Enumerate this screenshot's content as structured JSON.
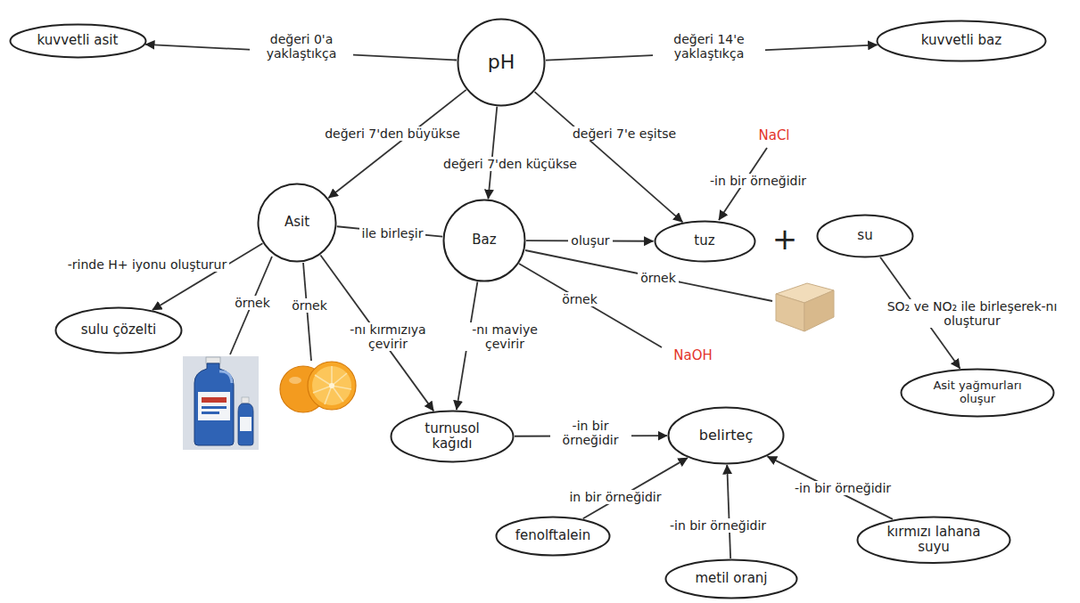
{
  "diagram": {
    "nodes": [
      {
        "text": [
          "kuvvetli asit"
        ]
      },
      {
        "text": [
          "pH"
        ]
      },
      {
        "text": [
          "kuvvetli baz"
        ]
      },
      {
        "text": [
          "Asit"
        ]
      },
      {
        "text": [
          "Baz"
        ]
      },
      {
        "text": [
          "tuz"
        ]
      },
      {
        "text": [
          "su"
        ]
      },
      {
        "text": [
          "sulu çözelti"
        ]
      },
      {
        "text": [
          "turnusol kağıdı"
        ]
      },
      {
        "text": [
          "belirteç"
        ]
      },
      {
        "text": [
          "Asit yağmurları oluşur"
        ]
      },
      {
        "text": [
          "fenolftalein"
        ]
      },
      {
        "text": [
          "metil oranj"
        ]
      },
      {
        "text": [
          "kırmızı lahana suyu"
        ]
      }
    ],
    "edges": [
      {
        "from": 1,
        "to": 0,
        "label": "değeri 0'a yaklaştıkça",
        "arrow": "to"
      },
      {
        "from": 1,
        "to": 2,
        "label": "değeri 14'e yaklaştıkça",
        "arrow": "to"
      },
      {
        "from": 1,
        "to": 3,
        "label": "değeri 7'den büyükse",
        "arrow": "to"
      },
      {
        "from": 1,
        "to": 4,
        "label": "değeri 7'den küçükse",
        "arrow": "to"
      },
      {
        "from": 1,
        "to": 5,
        "label": "değeri 7'e eşitse",
        "arrow": "to"
      },
      {
        "from": 3,
        "to": 7,
        "label": "-rinde H+ iyonu oluşturur",
        "arrow": "to"
      },
      {
        "from": 3,
        "to": 4,
        "label": "ile birleşir",
        "arrow": "none"
      },
      {
        "from": 4,
        "to": 5,
        "label": "oluşur",
        "arrow": "to"
      },
      {
        "from": 3,
        "to": 8,
        "label": "-nı kırmızıya çevirir",
        "arrow": "to"
      },
      {
        "from": 4,
        "to": 8,
        "label": "-nı maviye çevirir",
        "arrow": "to"
      },
      {
        "from": 8,
        "to": 9,
        "label": "-in bir örneğidir",
        "arrow": "to"
      },
      {
        "from": 6,
        "to": 10,
        "label": "SO₂ ve NO₂ ile birleşerek-nı oluşturur",
        "arrow": "to"
      },
      {
        "from": 11,
        "to": 9,
        "label": "in bir örneğidir",
        "arrow": "to"
      },
      {
        "from": 12,
        "to": 9,
        "label": "-in bir örneğidir",
        "arrow": "to"
      },
      {
        "from": 13,
        "to": 9,
        "label": "-in bir örneğidir",
        "arrow": "to"
      }
    ],
    "labels": [
      "NaCl",
      "-in bir örneğidir",
      "örnek",
      "örnek",
      "örnek",
      "NaOH",
      "örnek",
      "+"
    ]
  }
}
